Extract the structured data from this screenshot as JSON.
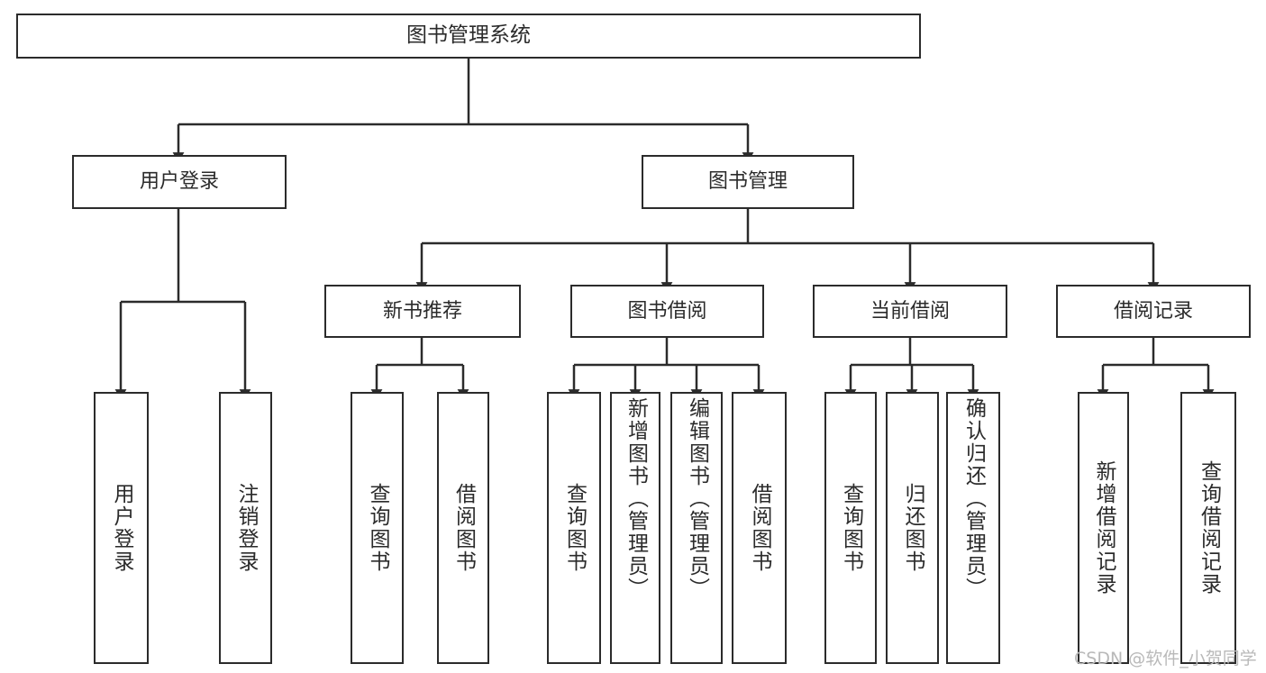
{
  "diagram": {
    "type": "tree",
    "title": "图书管理系统",
    "orientation": "top-down",
    "colors": {
      "line": "#2b2b2b",
      "box_fill": "#ffffff",
      "text": "#2b2b2b",
      "watermark": "#b9b9b9"
    },
    "root": {
      "label": "图书管理系统",
      "level": 1
    },
    "level2": [
      {
        "label": "用户登录"
      },
      {
        "label": "图书管理"
      }
    ],
    "level3": [
      {
        "label": "新书推荐"
      },
      {
        "label": "图书借阅"
      },
      {
        "label": "当前借阅"
      },
      {
        "label": "借阅记录"
      }
    ],
    "leaves": {
      "user_login": [
        {
          "label": "用户登录"
        },
        {
          "label": "注销登录"
        }
      ],
      "new_book_recommend": [
        {
          "label": "查询图书"
        },
        {
          "label": "借阅图书"
        }
      ],
      "book_borrow": [
        {
          "label": "查询图书"
        },
        {
          "label": "新增图书（管理员）"
        },
        {
          "label": "编辑图书（管理员）"
        },
        {
          "label": "借阅图书"
        }
      ],
      "current_borrow": [
        {
          "label": "查询图书"
        },
        {
          "label": "归还图书"
        },
        {
          "label": "确认归还（管理员）"
        }
      ],
      "borrow_record": [
        {
          "label": "新增借阅记录"
        },
        {
          "label": "查询借阅记录"
        }
      ]
    }
  },
  "watermark": {
    "text": "CSDN @软件_小贺同学"
  }
}
